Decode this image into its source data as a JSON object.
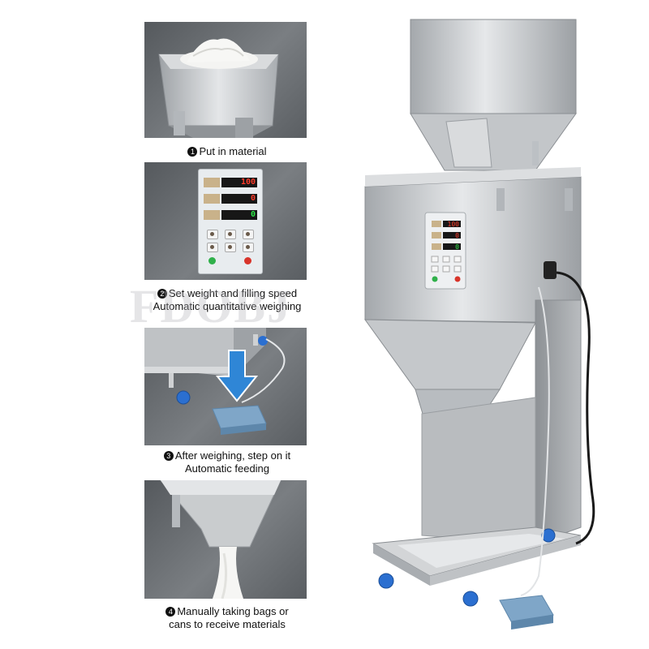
{
  "steps": [
    {
      "number": "1",
      "lines": [
        "Put in material"
      ]
    },
    {
      "number": "2",
      "lines": [
        "Set weight and filling speed",
        "Automatic quantitative weighing"
      ]
    },
    {
      "number": "3",
      "lines": [
        "After weighing, step on it",
        "Automatic feeding"
      ]
    },
    {
      "number": "4",
      "lines": [
        "Manually taking bags or",
        "cans to receive materials"
      ]
    }
  ],
  "control_panel": {
    "display_1": "100",
    "display_2": "0",
    "display_3": "0",
    "display_colors": [
      "#ff3b2a",
      "#ff3b2a",
      "#2ee84a"
    ]
  },
  "watermark": "FDOBJ",
  "colors": {
    "steel": "#c7cacd",
    "panel_bg": "#6a6e72",
    "arrow": "#2f86d6",
    "pedal": "#7fa6c8",
    "caster": "#2b6fd0"
  }
}
